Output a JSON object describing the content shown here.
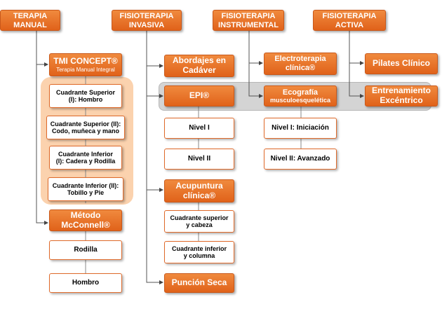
{
  "headers": {
    "terapia_manual": {
      "line1": "TERAPIA",
      "line2": "MANUAL"
    },
    "fisio_invasiva": {
      "line1": "FISIOTERAPIA",
      "line2": "INVASIVA"
    },
    "fisio_instrumental": {
      "line1": "FISIOTERAPIA",
      "line2": "INSTRUMENTAL"
    },
    "fisio_activa": {
      "line1": "FISIOTERAPIA",
      "line2": "ACTIVA"
    }
  },
  "manual": {
    "tmi": {
      "title": "TMI CONCEPT®",
      "subtitle": "Terapia Manual Integral"
    },
    "tmi_items": [
      {
        "line1": "Cuadrante Superior",
        "line2": "(I): Hombro"
      },
      {
        "line1": "Cuadrante Superior (II):",
        "line2": "Codo, muñeca y mano"
      },
      {
        "line1": "Cuadrante Inferior",
        "line2": "(I): Cadera y Rodilla"
      },
      {
        "line1": "Cuadrante Inferior (II):",
        "line2": "Tobillo y Pie"
      }
    ],
    "mcconnell": {
      "line1": "Método",
      "line2": "McConnell®"
    },
    "mcconnell_items": [
      "Rodilla",
      "Hombro"
    ]
  },
  "invasiva": {
    "abordajes": {
      "line1": "Abordajes en",
      "line2": "Cadáver"
    },
    "epi": "EPI®",
    "epi_items": [
      "Nivel I",
      "Nivel II"
    ],
    "acupuntura": {
      "line1": "Acupuntura",
      "line2": "clínica®"
    },
    "acupuntura_items": [
      {
        "line1": "Cuadrante superior",
        "line2": "y cabeza"
      },
      {
        "line1": "Cuadrante inferior",
        "line2": "y columna"
      }
    ],
    "puncion": "Punción Seca"
  },
  "instrumental": {
    "electroterapia": {
      "line1": "Electroterapia",
      "line2": "clínica®"
    },
    "ecografia": {
      "line1": "Ecografía",
      "line2": "musculoesquelética"
    },
    "eco_items": [
      "Nivel I: Iniciación",
      "Nivel II: Avanzado"
    ]
  },
  "activa": {
    "pilates": "Pilates Clínico",
    "entrenamiento": {
      "line1": "Entrenamiento",
      "line2": "Excéntrico"
    }
  },
  "colors": {
    "orange": "#e8732a",
    "peach": "#fbd2ae",
    "grey_band": "#d4d4d4"
  }
}
